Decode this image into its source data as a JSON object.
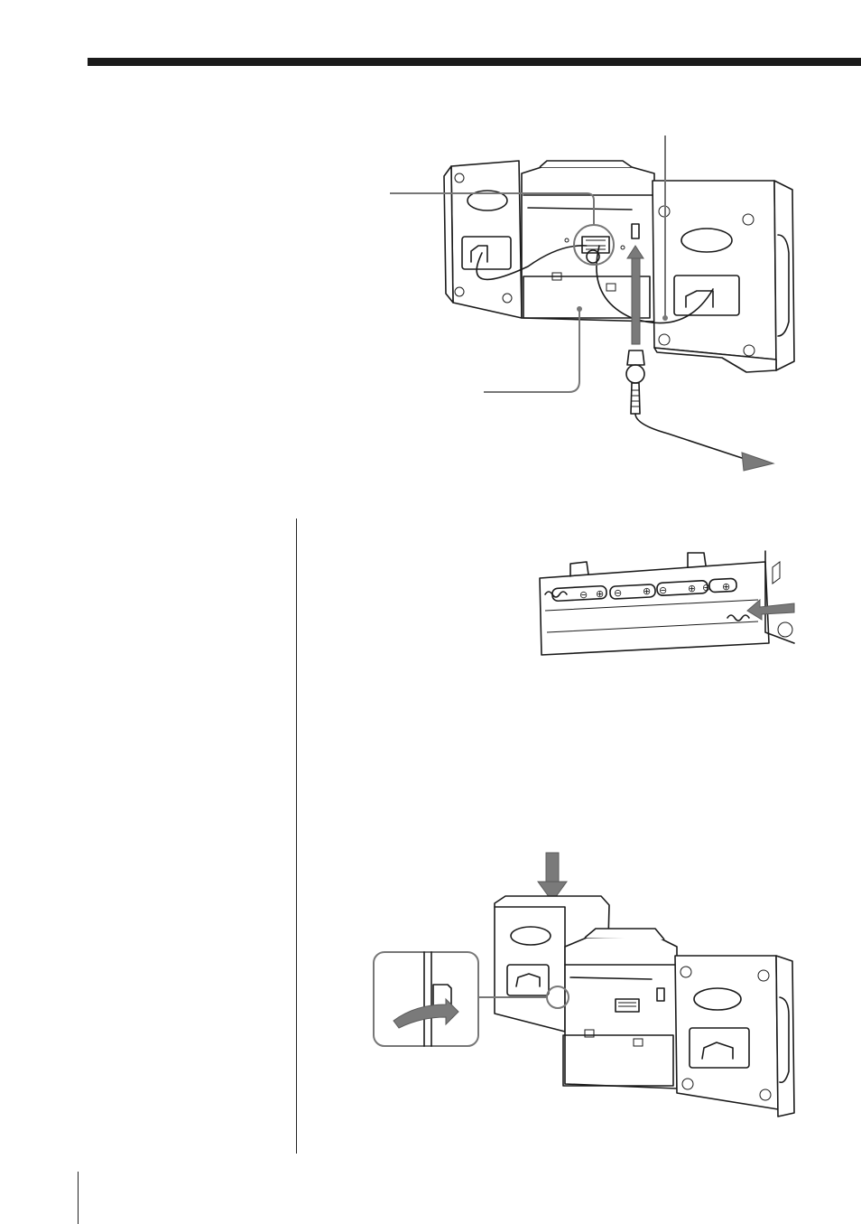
{
  "page": {
    "layout": "manual-page-illustrations",
    "text": []
  },
  "figures": [
    {
      "id": "figure-rear-connections",
      "icon": "stereo-rear-view-with-power-cord-illustration"
    },
    {
      "id": "figure-battery-compartment",
      "icon": "battery-compartment-illustration",
      "battery_polarity_marks": [
        "⊖",
        "⊕",
        "⊖",
        "⊕",
        "⊖",
        "⊕",
        "⊖",
        "⊕"
      ]
    },
    {
      "id": "figure-speaker-attach",
      "icon": "speaker-attach-illustration"
    }
  ],
  "colors": {
    "ink": "#1a1a1a",
    "arrow_grey": "#7a7a7a",
    "callout_grey": "#777777"
  }
}
